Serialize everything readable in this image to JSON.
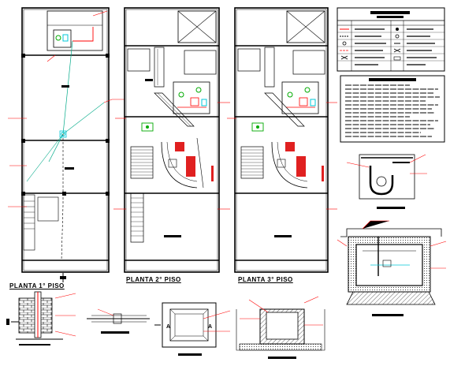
{
  "plans": {
    "floor1": {
      "title": "PLANTA   1° PISO"
    },
    "floor2": {
      "title": "PLANTA   2° PISO"
    },
    "floor3": {
      "title": "PLANTA   3° PISO"
    }
  },
  "colors": {
    "wall": "#000000",
    "pipe_red": "#ff0000",
    "fixture_green": "#00aa00",
    "fixture_cyan": "#00c8d8",
    "background": "#ffffff"
  }
}
